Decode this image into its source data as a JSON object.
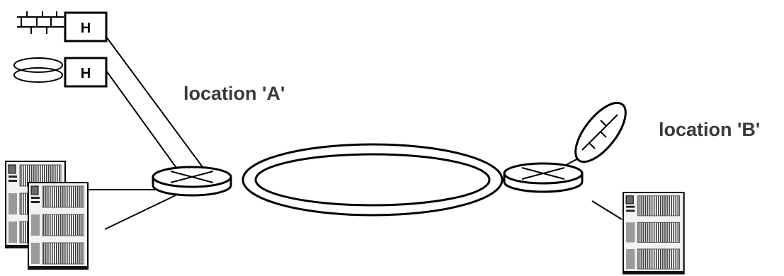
{
  "labels": {
    "location_a": "location 'A'",
    "location_b": "location 'B'"
  },
  "hub_label": "H",
  "colors": {
    "stroke": "#000000",
    "text": "#3a3a3a",
    "server_panel": "#9a9a9a",
    "server_body": "#f2f2f2"
  }
}
